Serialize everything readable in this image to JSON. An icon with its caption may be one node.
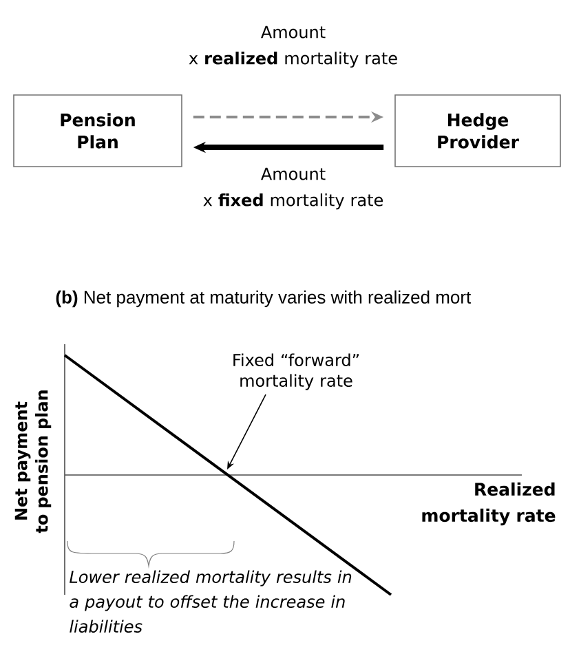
{
  "diagram": {
    "nodes": [
      {
        "text": [
          "Pension Plan"
        ]
      },
      {
        "text": [
          "Hedge Provider"
        ]
      },
      {
        "text": [
          "Fixed “forward” mortality rate"
        ]
      }
    ],
    "edges": [
      {
        "from": 0,
        "to": 1,
        "arrow": "to",
        "label": "Amount x **realized** mortality rate",
        "style": "dashed",
        "color": "#8c8c8c"
      },
      {
        "from": 1,
        "to": 0,
        "arrow": "to",
        "label": "Amount x **fixed** mortality rate",
        "style": "thick"
      },
      {
        "from": 2,
        "to": null,
        "arrow": "to"
      }
    ],
    "labels": [
      "**(b)** Net payment at maturity varies with realized mort",
      "Net payment to pension plan",
      "Realized mortality rate",
      "Lower realized mortality results in a payout to offset the increase in liabilities"
    ]
  }
}
